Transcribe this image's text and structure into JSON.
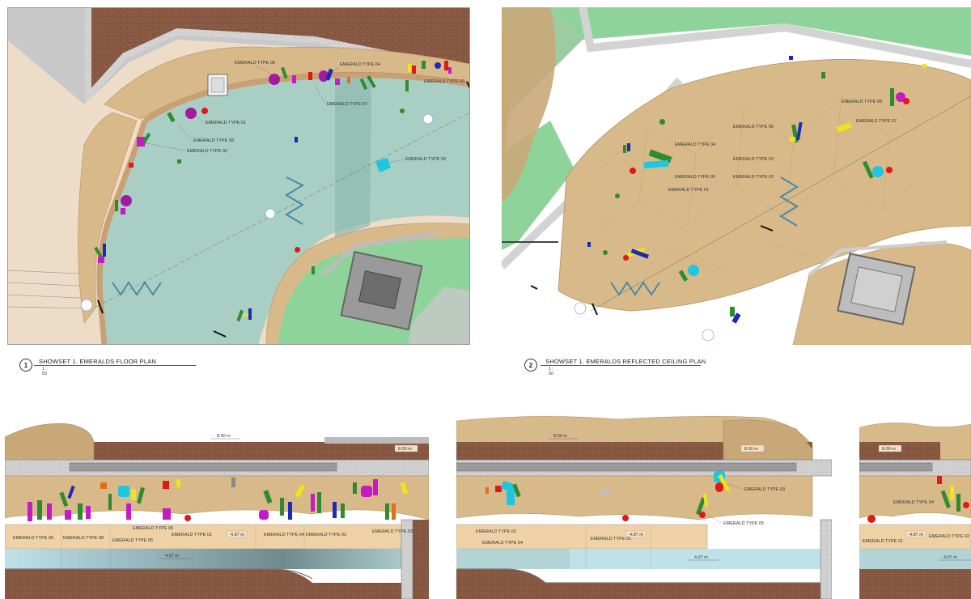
{
  "views": {
    "floor_plan": {
      "number": "1",
      "title": "SHOWSET 1. EMERALDS FLOOR PLAN",
      "scale": "1 : 50",
      "labels": [
        "EMERALD TYPE 06",
        "EMERALD TYPE 04",
        "EMERALD TYPE 03",
        "EMERALD TYPE 07",
        "EMERALD TYPE 01",
        "EMERALD TYPE 08",
        "EMERALD TYPE 02",
        "EMERALD TYPE 05"
      ]
    },
    "ceiling_plan": {
      "number": "2",
      "title": "SHOWSET 1. EMERALDS REFLECTED CEILING PLAN",
      "scale": "1 : 50",
      "labels": [
        "EMERALD TYPE 09",
        "EMERALD TYPE 07",
        "EMERALD TYPE 06",
        "EMERALD TYPE 04",
        "EMERALD TYPE 03",
        "EMERALD TYPE 05",
        "EMERALD TYPE 02",
        "EMERALD TYPE 01"
      ]
    },
    "section_a": {
      "levels": [
        "8.60 m",
        "8.00 m",
        "4.87 m",
        "4.07 m"
      ],
      "labels": [
        "EMERALD TYPE 06",
        "EMERALD TYPE 08",
        "EMERALD TYPE 05",
        "EMERALD TYPE 06",
        "EMERALD TYPE 01",
        "EMERALD TYPE 04",
        "EMERALD TYPE 02",
        "EMERALD TYPE 03"
      ]
    },
    "section_b": {
      "levels": [
        "8.60 m",
        "8.00 m",
        "4.87 m",
        "4.07 m"
      ],
      "labels": [
        "EMERALD TYPE 03",
        "EMERALD TYPE 05",
        "EMERALD TYPE 02",
        "EMERALD TYPE 04",
        "EMERALD TYPE 01"
      ]
    },
    "section_c": {
      "levels": [
        "8.00 m",
        "4.87 m",
        "4.07 m"
      ],
      "labels": [
        "EMERALD TYPE 04",
        "EMERALD TYPE 01",
        "EMERALD TYPE 02"
      ]
    }
  },
  "colors": {
    "rock": "#d8b98a",
    "rock_dark": "#b8935f",
    "water": "#a9cfc4",
    "water_section": "#bfe2ea",
    "grass": "#8ed39a",
    "brick": "#8a5a44",
    "concrete": "#cfcfcf",
    "sand": "#eddcc7",
    "emerald_green": "#2e8b2e",
    "emerald_magenta": "#c41bc4",
    "emerald_red": "#e01818",
    "emerald_blue": "#1a2bb8",
    "emerald_yellow": "#f2e21a",
    "emerald_cyan": "#1ec6e0"
  }
}
